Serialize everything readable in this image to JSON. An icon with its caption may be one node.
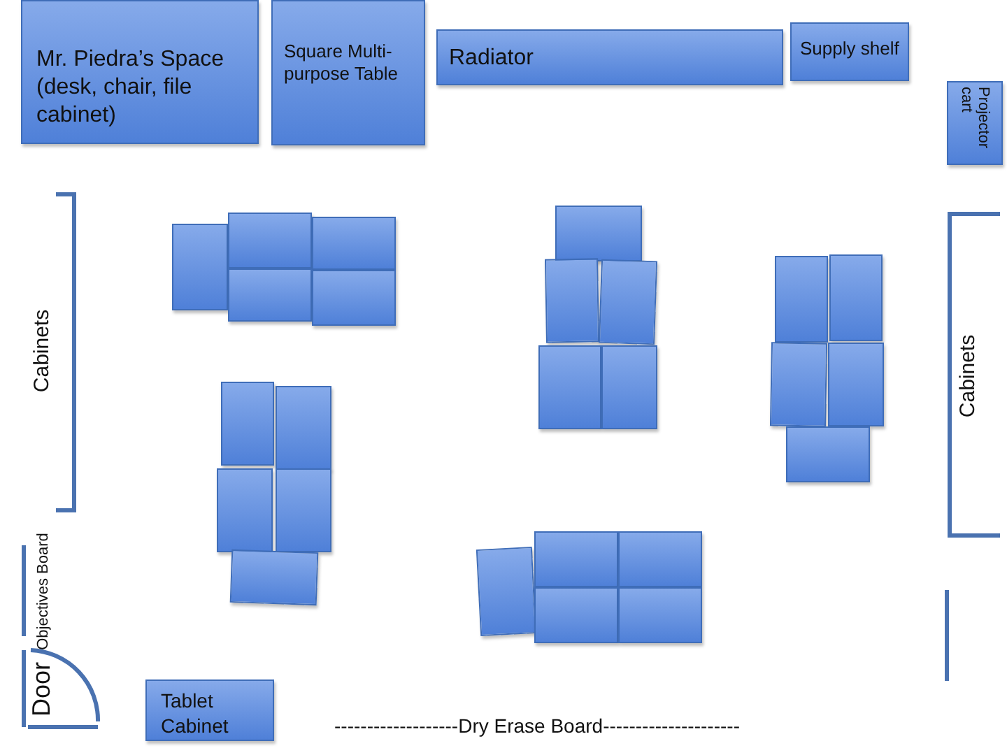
{
  "diagram": {
    "nodes": [
      {
        "text": [
          "Mr. Piedra’s Space (desk, chair, file cabinet)"
        ]
      },
      {
        "text": [
          "Square Multi-purpose Table"
        ]
      },
      {
        "text": [
          "Radiator"
        ]
      },
      {
        "text": [
          "Supply shelf"
        ]
      },
      {
        "text": [
          "Projector cart"
        ]
      },
      {
        "text": [],
        "shape": "box"
      },
      {
        "text": [],
        "shape": "box"
      },
      {
        "text": [],
        "shape": "box"
      },
      {
        "text": [],
        "shape": "box"
      },
      {
        "text": [],
        "shape": "box"
      },
      {
        "text": [],
        "shape": "box"
      },
      {
        "text": [],
        "shape": "box"
      },
      {
        "text": [],
        "shape": "box"
      },
      {
        "text": [],
        "shape": "box"
      },
      {
        "text": [],
        "shape": "box"
      },
      {
        "text": [],
        "shape": "box"
      },
      {
        "text": [],
        "shape": "box"
      },
      {
        "text": [],
        "shape": "box"
      },
      {
        "text": [],
        "shape": "box"
      },
      {
        "text": [],
        "shape": "box"
      },
      {
        "text": [],
        "shape": "box"
      },
      {
        "text": [],
        "shape": "box"
      },
      {
        "text": [],
        "shape": "box"
      },
      {
        "text": [],
        "shape": "box"
      },
      {
        "text": [],
        "shape": "box"
      },
      {
        "text": [],
        "shape": "box"
      },
      {
        "text": [],
        "shape": "box"
      },
      {
        "text": [],
        "shape": "box"
      },
      {
        "text": [],
        "shape": "box"
      },
      {
        "text": [],
        "shape": "box"
      },
      {
        "text": [
          "Tablet Cabinet"
        ]
      }
    ],
    "labels": [
      "Cabinets",
      "Cabinets",
      "Objectives Board",
      "Door",
      "-------------------Dry Erase Board---------------------"
    ]
  }
}
